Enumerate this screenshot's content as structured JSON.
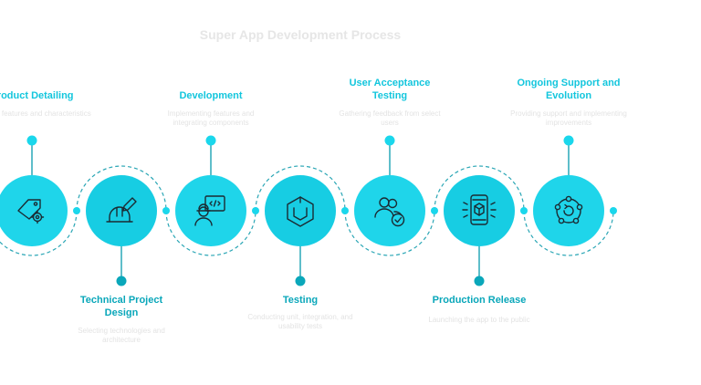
{
  "title": "Super App Development Process",
  "colors": {
    "accent": "#1ad7ec",
    "accent_dark": "#0aa7ba",
    "label": "#13c6dd",
    "dashed": "#2aa6b5",
    "faint_text": "#e3e3e3"
  },
  "steps": [
    {
      "label": "Product Detailing",
      "description": "Defining features and characteristics",
      "icon": "tag-gear-icon"
    },
    {
      "label": "Technical Project Design",
      "description": "Selecting technologies and architecture",
      "icon": "hardhat-pencil-icon"
    },
    {
      "label": "Development",
      "description": "Implementing features and integrating components",
      "icon": "developer-code-icon"
    },
    {
      "label": "Testing",
      "description": "Conducting unit, integration, and usability tests",
      "icon": "cube-testing-icon"
    },
    {
      "label": "User Acceptance Testing",
      "description": "Gathering feedback from select users",
      "icon": "users-check-icon"
    },
    {
      "label": "Production Release",
      "description": "Launching the app to the public",
      "icon": "phone-box-icon"
    },
    {
      "label": "Ongoing Support and Evolution",
      "description": "Providing support and implementing improvements",
      "icon": "network-cycle-icon"
    }
  ]
}
